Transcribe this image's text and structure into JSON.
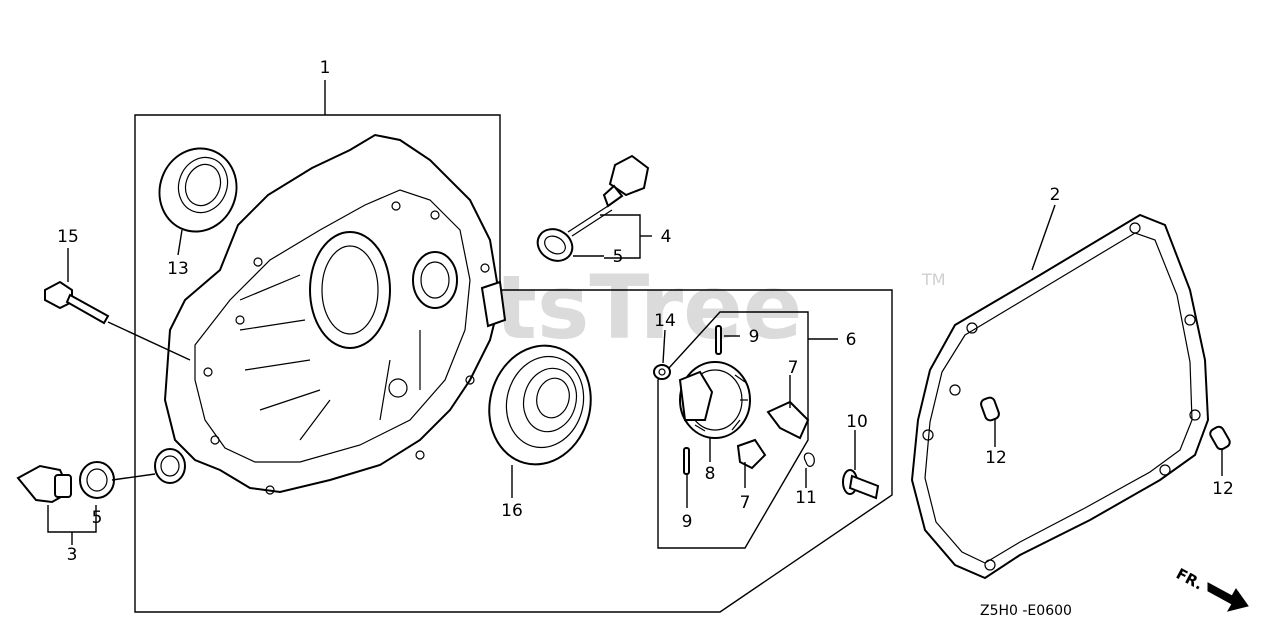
{
  "watermark": {
    "text": "PartsTree",
    "trademark": "TM"
  },
  "diagram_code": "Z5H0 -E0600",
  "direction_marker": {
    "text": "FR.",
    "icon": "arrow-down-right-icon"
  },
  "callouts": [
    "1",
    "2",
    "3",
    "4",
    "5",
    "5",
    "6",
    "7",
    "7",
    "8",
    "9",
    "9",
    "10",
    "11",
    "12",
    "12",
    "13",
    "14",
    "15",
    "16"
  ]
}
